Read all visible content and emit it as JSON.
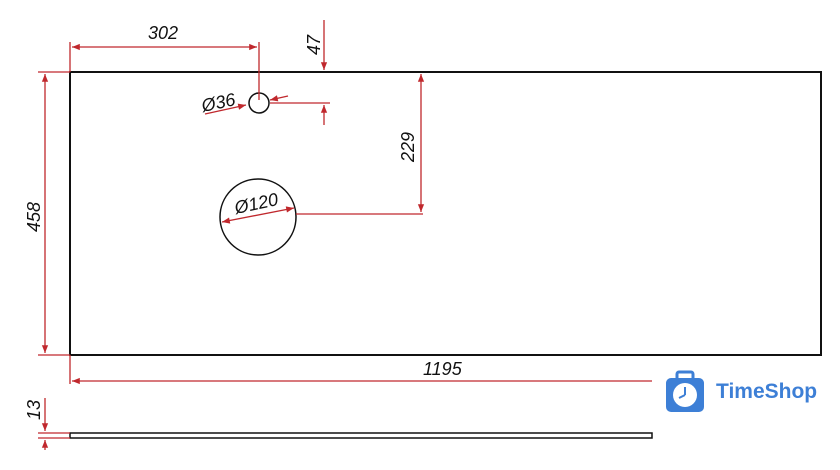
{
  "drawing": {
    "dimensions": {
      "hole_offset_x": "302",
      "hole_offset_y": "47",
      "small_hole_diameter": "Ø36",
      "large_hole_diameter": "Ø120",
      "large_hole_offset_y": "229",
      "depth": "458",
      "width": "1195",
      "thickness": "13"
    },
    "colors": {
      "dimension_line": "#c0282d",
      "outline": "#111111"
    }
  },
  "brand": {
    "name": "TimeShop",
    "color": "#3d7fd6"
  }
}
